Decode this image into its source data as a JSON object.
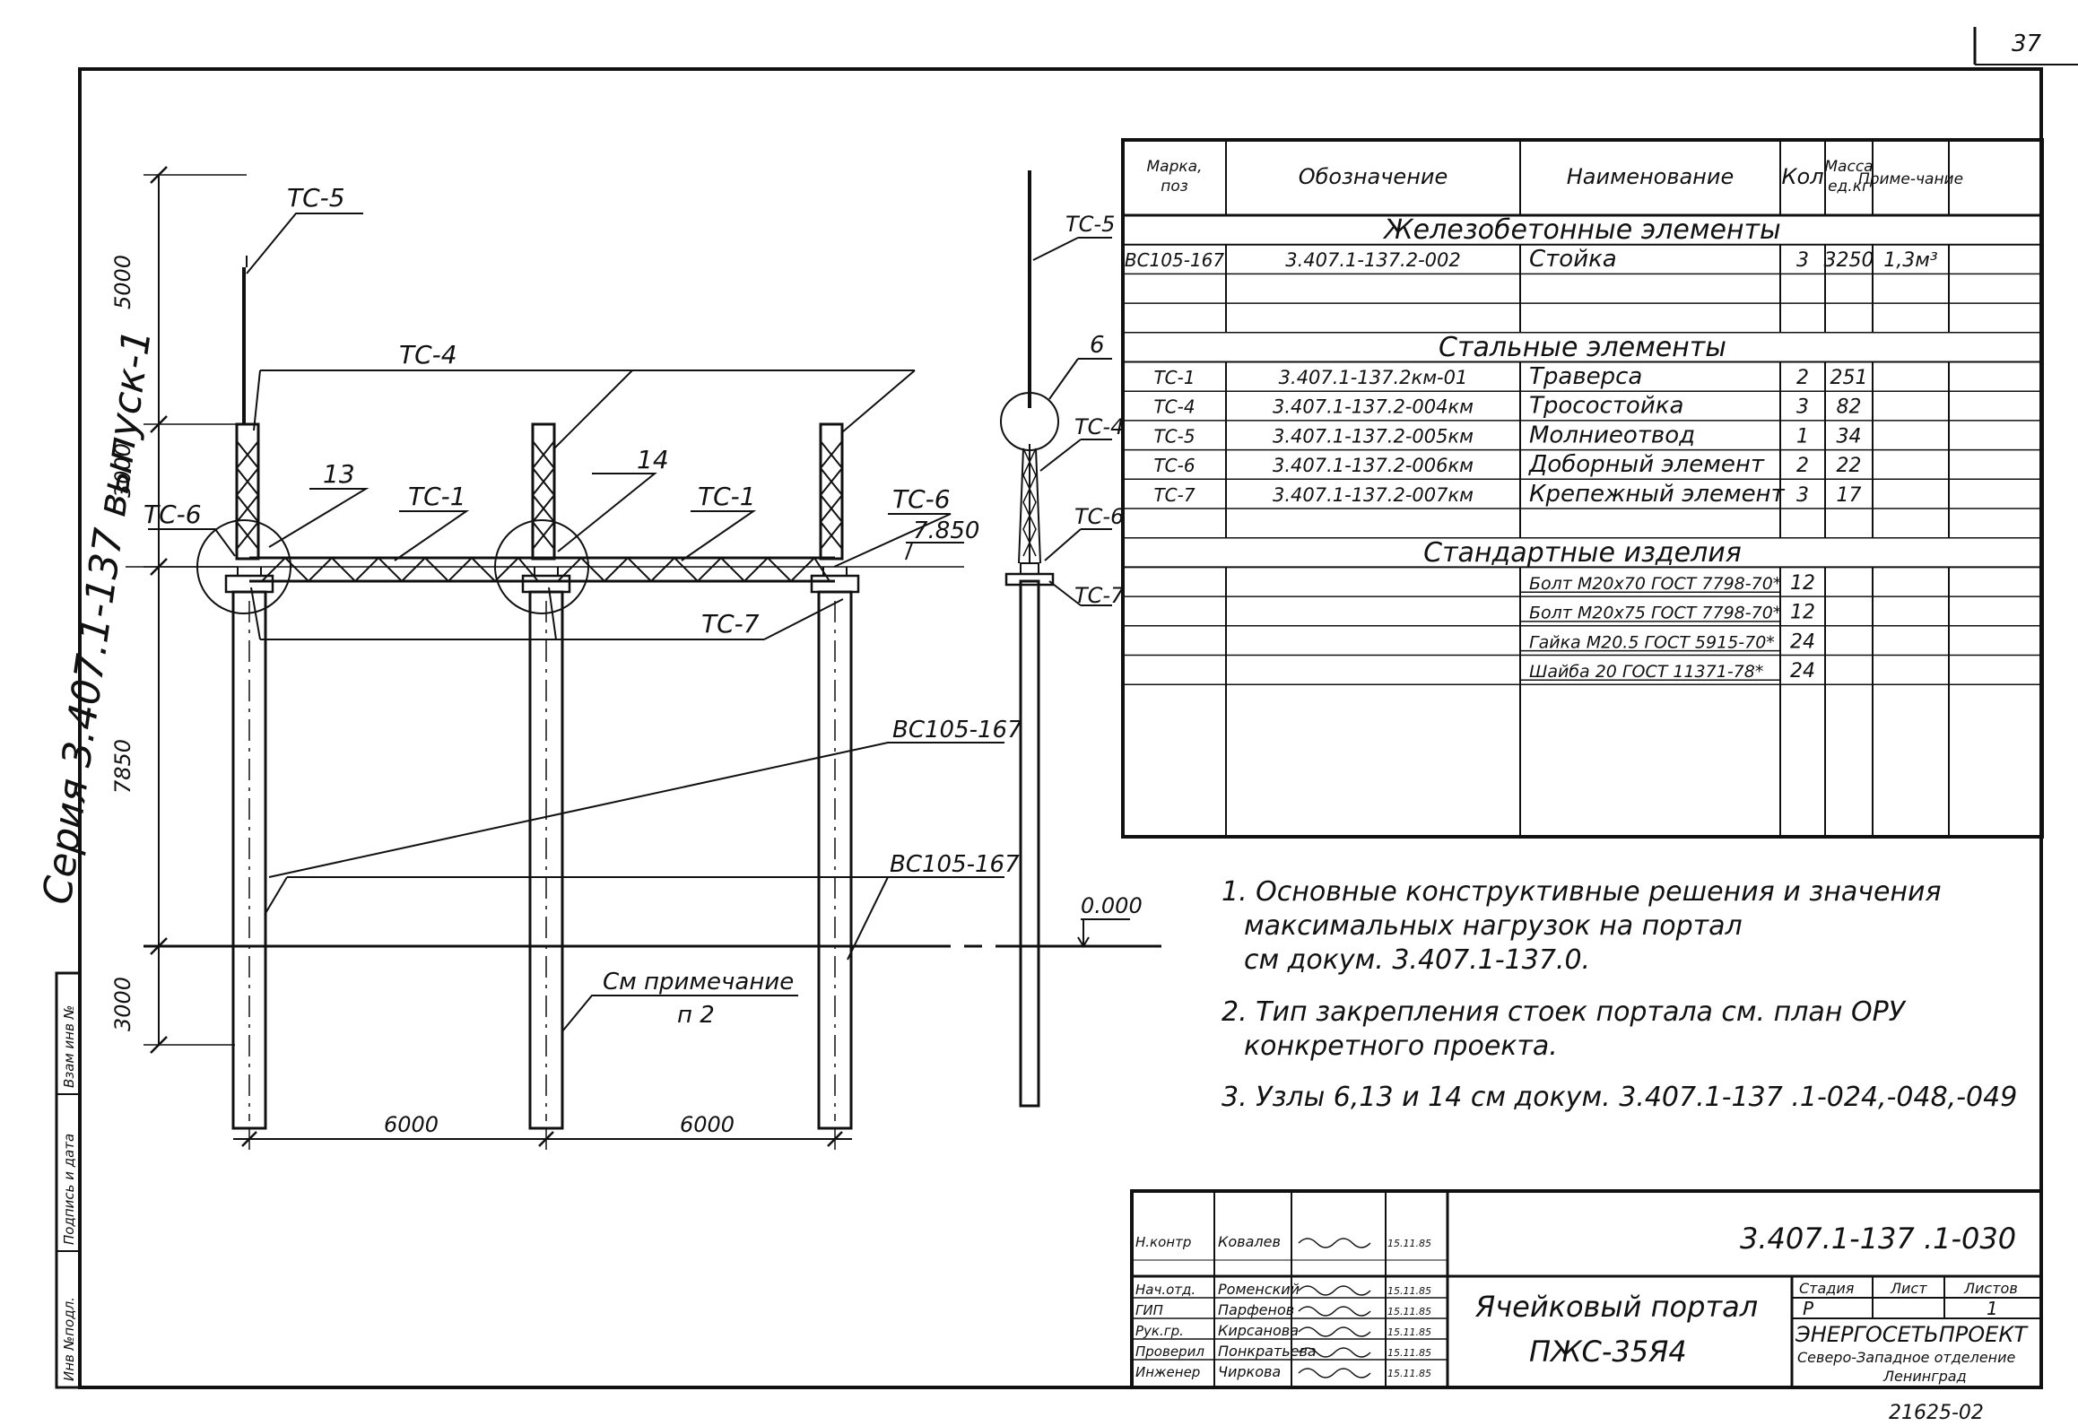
{
  "sheet": {
    "page_number": "37",
    "series": "Серия 3.407.1-137 выпуск-1",
    "document_code": "3.407.1-137 .1-030",
    "title_line1": "Ячейковый портал",
    "title_line2": "ПЖС-35Я4",
    "stage_header": "Стадия",
    "sheet_header": "Лист",
    "sheets_header": "Листов",
    "stage": "Р",
    "sheets_total": "1",
    "org_name": "ЭНЕРГОСЕТЬПРОЕКТ",
    "org_sub1": "Северо-Западное отделение",
    "org_sub2": "Ленинград",
    "archive_number": "21625-02",
    "side_stamp": [
      "Инв №подл.",
      "Подпись и дата",
      "Взам инв №"
    ]
  },
  "signatures": [
    {
      "role": "Н.контр",
      "name": "Ковалев",
      "date": "15.11.85"
    },
    {
      "role": "Нач.отд.",
      "name": "Роменский",
      "date": "15.11.85"
    },
    {
      "role": "ГИП",
      "name": "Парфенов",
      "date": "15.11.85"
    },
    {
      "role": "Рук.гр.",
      "name": "Кирсанова",
      "date": "15.11.85"
    },
    {
      "role": "Проверил",
      "name": "Понкратьева",
      "date": "15.11.85"
    },
    {
      "role": "Инженер",
      "name": "Чиркова",
      "date": "15.11.85"
    }
  ],
  "spec_table": {
    "headers": [
      "Марка, поз",
      "Обозначение",
      "Наименование",
      "Кол",
      "Масса ед.кг",
      "Приме-чание"
    ],
    "sections": [
      {
        "title": "Железобетонные элементы",
        "rows": [
          [
            "ВС105-167",
            "3.407.1-137.2-002",
            "Стойка",
            "3",
            "3250",
            "1,3м³"
          ]
        ]
      },
      {
        "title": "Стальные элементы",
        "rows": [
          [
            "ТС-1",
            "3.407.1-137.2км-01",
            "Траверса",
            "2",
            "251",
            ""
          ],
          [
            "ТС-4",
            "3.407.1-137.2-004км",
            "Тросостойка",
            "3",
            "82",
            ""
          ],
          [
            "ТС-5",
            "3.407.1-137.2-005км",
            "Молниеотвод",
            "1",
            "34",
            ""
          ],
          [
            "ТС-6",
            "3.407.1-137.2-006км",
            "Доборный элемент",
            "2",
            "22",
            ""
          ],
          [
            "ТС-7",
            "3.407.1-137.2-007км",
            "Крепежный элемент",
            "3",
            "17",
            ""
          ]
        ]
      },
      {
        "title": "Стандартные изделия",
        "rows": [
          [
            "",
            "",
            "Болт М20х70 ГОСТ 7798-70*",
            "12",
            "",
            ""
          ],
          [
            "",
            "",
            "Болт М20х75 ГОСТ 7798-70*",
            "12",
            "",
            ""
          ],
          [
            "",
            "",
            "Гайка М20.5 ГОСТ 5915-70*",
            "24",
            "",
            ""
          ],
          [
            "",
            "",
            "Шайба 20 ГОСТ 11371-78*",
            "24",
            "",
            ""
          ]
        ]
      }
    ]
  },
  "notes": [
    "1. Основные конструктивные решения и значения",
    "максимальных нагрузок на портал",
    "см докум. 3.407.1-137.0.",
    "2. Тип закрепления стоек портала см. план ОРУ",
    "конкретного проекта.",
    "3. Узлы 6,13 и 14 см докум. 3.407.1-137 .1-024,-048,-049"
  ],
  "drawing": {
    "dims": {
      "d5000": "5000",
      "d3000": "3000",
      "d7850": "7850",
      "d3000b": "3000",
      "span1": "6000",
      "span2": "6000",
      "elev_top": "7.850",
      "elev_zero": "0.000"
    },
    "labels": {
      "tc5": "ТС-5",
      "tc4": "ТС-4",
      "tc6_left": "ТС-6",
      "n13": "13",
      "tc1_left": "ТС-1",
      "n14": "14",
      "tc1_right": "ТС-1",
      "tc6_right": "ТС-6",
      "tc7": "ТС-7",
      "bc_upper": "ВС105-167",
      "bc_lower": "ВС105-167",
      "note_ref1": "См примечание",
      "note_ref2": "п 2",
      "side_tc5": "ТС-5",
      "side_6": "6",
      "side_tc4": "ТС-4",
      "side_tc6": "ТС-6",
      "side_tc7": "ТС-7"
    }
  }
}
